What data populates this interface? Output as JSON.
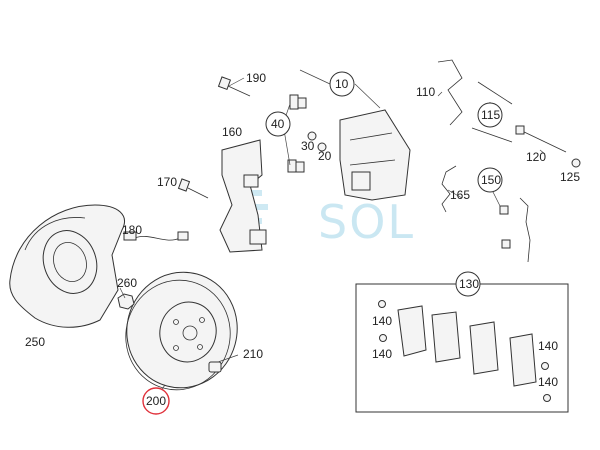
{
  "labels": {
    "p10": "10",
    "p20": "20",
    "p30": "30",
    "p40": "40",
    "p110": "110",
    "p115": "115",
    "p120": "120",
    "p125": "125",
    "p130": "130",
    "p140a": "140",
    "p140b": "140",
    "p140c": "140",
    "p140d": "140",
    "p150": "150",
    "p160": "160",
    "p165": "165",
    "p170": "170",
    "p180": "180",
    "p190": "190",
    "p200": "200",
    "p210": "210",
    "p250": "250",
    "p260": "260"
  },
  "watermark": "SOL",
  "colors": {
    "highlight_circle": "#e0303a",
    "watermark": "#9fd4e8",
    "line": "#333333"
  },
  "icons": {
    "watermark_logo": "sol-logo-icon"
  }
}
